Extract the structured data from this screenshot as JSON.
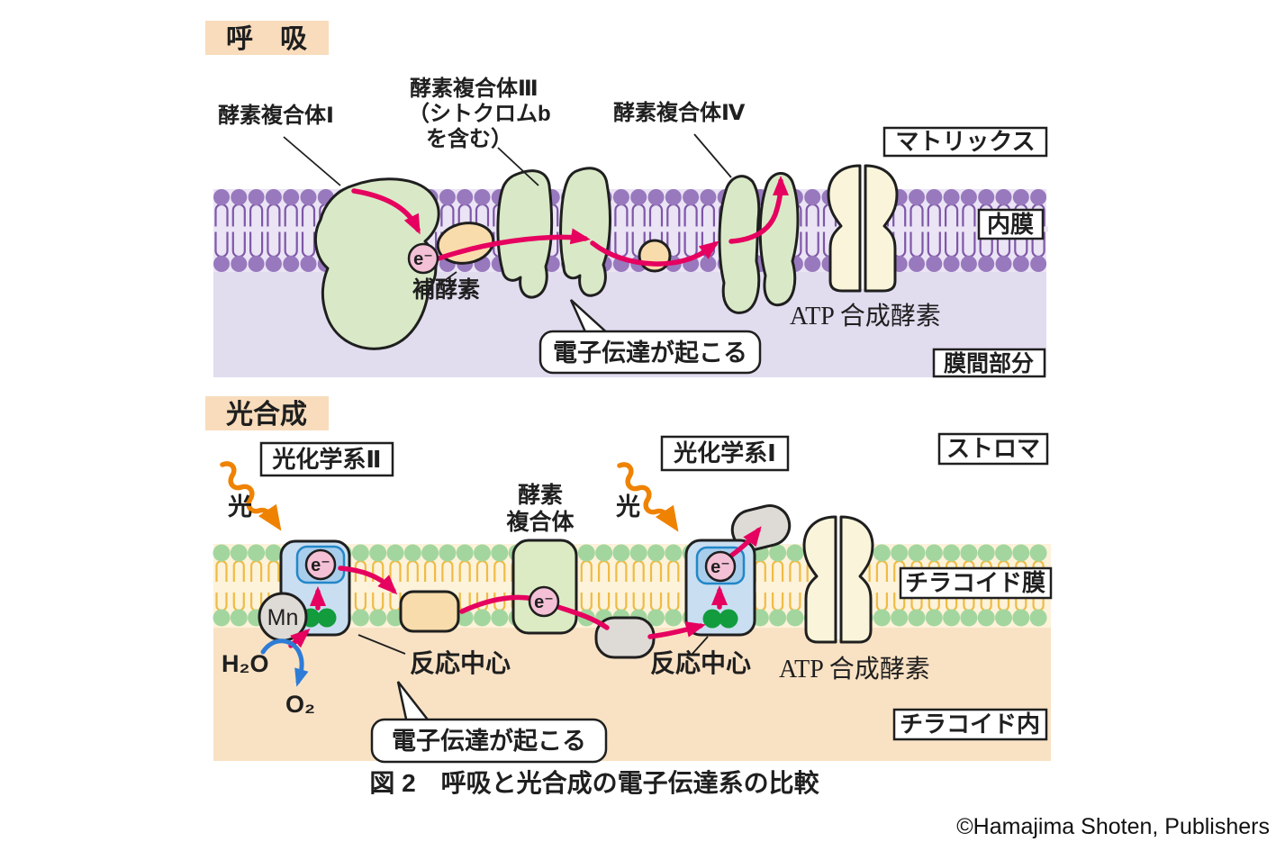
{
  "figure": {
    "caption": "図 2　呼吸と光合成の電子伝達系の比較",
    "copyright": "©Hamajima Shoten, Publishers"
  },
  "respiration": {
    "title": "呼　吸",
    "labels": {
      "complex1": "酵素複合体Ⅰ",
      "complex3_line1": "酵素複合体Ⅲ",
      "complex3_line2": "（シトクロムb",
      "complex3_line3": "を含む）",
      "complex4": "酵素複合体Ⅳ",
      "matrix": "マトリックス",
      "inner_membrane": "内膜",
      "coenzyme": "補酵素",
      "electron": "e⁻",
      "bubble": "電子伝達が起こる",
      "atp_synthase": "ATP 合成酵素",
      "intermembrane_space": "膜間部分"
    }
  },
  "photosynthesis": {
    "title": "光合成",
    "labels": {
      "ps2": "光化学系Ⅱ",
      "ps1": "光化学系Ⅰ",
      "stroma": "ストロマ",
      "light": "光",
      "enzyme_line1": "酵素",
      "enzyme_line2": "複合体",
      "mn": "Mn",
      "h2o": "H₂O",
      "o2": "O₂",
      "reaction_center": "反応中心",
      "electron": "e⁻",
      "bubble": "電子伝達が起こる",
      "atp_synthase": "ATP 合成酵素",
      "thylakoid_membrane": "チラコイド膜",
      "thylakoid_lumen": "チラコイド内"
    }
  },
  "palette": {
    "label_bg": "#f8dcbc",
    "outline": "#1f1f1f",
    "purple_head": "#9879bd",
    "purple_tail": "#7e57a7",
    "lavender_band": "#eae4f5",
    "lavender_space": "#e2dcef",
    "green_head": "#a3d69f",
    "orange_tail": "#eebc45",
    "cream_band": "#fdf2da",
    "peach_lumen": "#f9e2c4",
    "green_complex": "#d9e9c7",
    "peach_carrier": "#f8dcab",
    "pink_electron": "#f4c0d5",
    "cream_atp": "#faf5da",
    "blue_ps_outer": "#c9def1",
    "blue_ps_inner": "#a9ceec",
    "blue_ps_stroke": "#2287c8",
    "green_dot": "#129c3d",
    "gray_carrier": "#dedad5",
    "magenta_arrow": "#e6005f",
    "orange_light": "#ef8200",
    "blue_arrow": "#2e7cd6"
  }
}
